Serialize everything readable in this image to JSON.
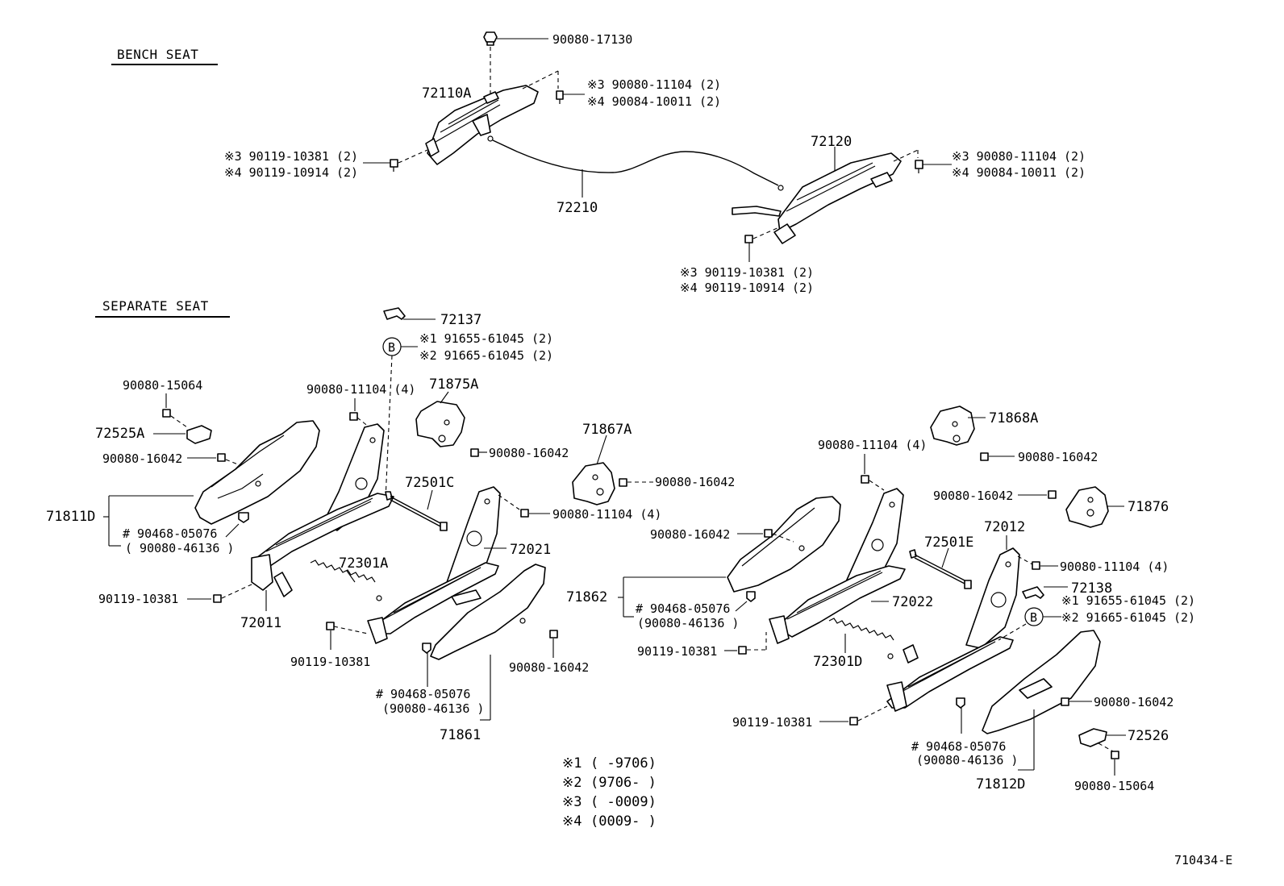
{
  "sections": {
    "bench": "BENCH SEAT",
    "separate": "SEPARATE SEAT"
  },
  "labels": {
    "p90080_17130": "90080-17130",
    "p72110A": "72110A",
    "bench_bolt_right_a": "※3 90080-11104 (2)",
    "bench_bolt_right_b": "※4 90084-10011 (2)",
    "bench_bolt_left_a": "※3 90119-10381 (2)",
    "bench_bolt_left_b": "※4 90119-10914 (2)",
    "p72210": "72210",
    "p72120": "72120",
    "bench_r_bolt_a": "※3  90080-11104 (2)",
    "bench_r_bolt_b": "※4  90084-10011 (2)",
    "bench_r_low_a": "※3 90119-10381 (2)",
    "bench_r_low_b": "※4 90119-10914 (2)",
    "p72137": "72137",
    "b_knob_a": "※1 91655-61045 (2)",
    "b_knob_b": "※2 91665-61045 (2)",
    "p90080_15064_l": "90080-15064",
    "p90080_11104_4_l": "90080-11104 (4)",
    "p71875A": "71875A",
    "p72525A": "72525A",
    "p90080_16042_l1": "90080-16042",
    "p90080_16042_l2": "90080-16042",
    "p71867A": "71867A",
    "p90080_16042_l3": "90080-16042",
    "p72501C": "72501C",
    "p90080_11104_4_m": "90080-11104 (4)",
    "p71811D": "71811D",
    "clip_l_a": "# 90468-05076",
    "clip_l_b": "( 90080-46136 )",
    "p72021": "72021",
    "p72301A": "72301A",
    "p90119_10381_l": "90119-10381",
    "p72011": "72011",
    "p90119_10381_l2": "90119-10381",
    "p90080_16042_m": "90080-16042",
    "clip_m_a": "# 90468-05076",
    "clip_m_b": "(90080-46136 )",
    "p71861": "71861",
    "p71868A": "71868A",
    "p90080_11104_4_r": "90080-11104 (4)",
    "p90080_16042_r1": "90080-16042",
    "p90080_16042_r2": "90080-16042",
    "p71876": "71876",
    "p90080_16042_r3": "90080-16042",
    "p72501E": "72501E",
    "p72012": "72012",
    "p90080_11104_4_r2": "90080-11104 (4)",
    "p71862": "71862",
    "clip_r_a": "# 90468-05076",
    "clip_r_b": "(90080-46136 )",
    "p72022": "72022",
    "p72138": "72138",
    "b_knob_r_a": "※1  91655-61045 (2)",
    "b_knob_r_b": "※2  91665-61045 (2)",
    "p90119_10381_r": "90119-10381",
    "p72301D": "72301D",
    "p90119_10381_r2": "90119-10381",
    "p90080_16042_r4": "90080-16042",
    "clip_r2_a": "# 90468-05076",
    "clip_r2_b": "(90080-46136 )",
    "p72526": "72526",
    "p71812D": "71812D",
    "p90080_15064_r": "90080-15064",
    "diagram_id": "710434-E",
    "b_marker": "B",
    "b_marker_r": "B"
  },
  "legend": [
    {
      "mark": "※1",
      "range": "(        -9706)"
    },
    {
      "mark": "※2",
      "range": "(9706-        )"
    },
    {
      "mark": "※3",
      "range": "(        -0009)"
    },
    {
      "mark": "※4",
      "range": "(0009-        )"
    }
  ]
}
